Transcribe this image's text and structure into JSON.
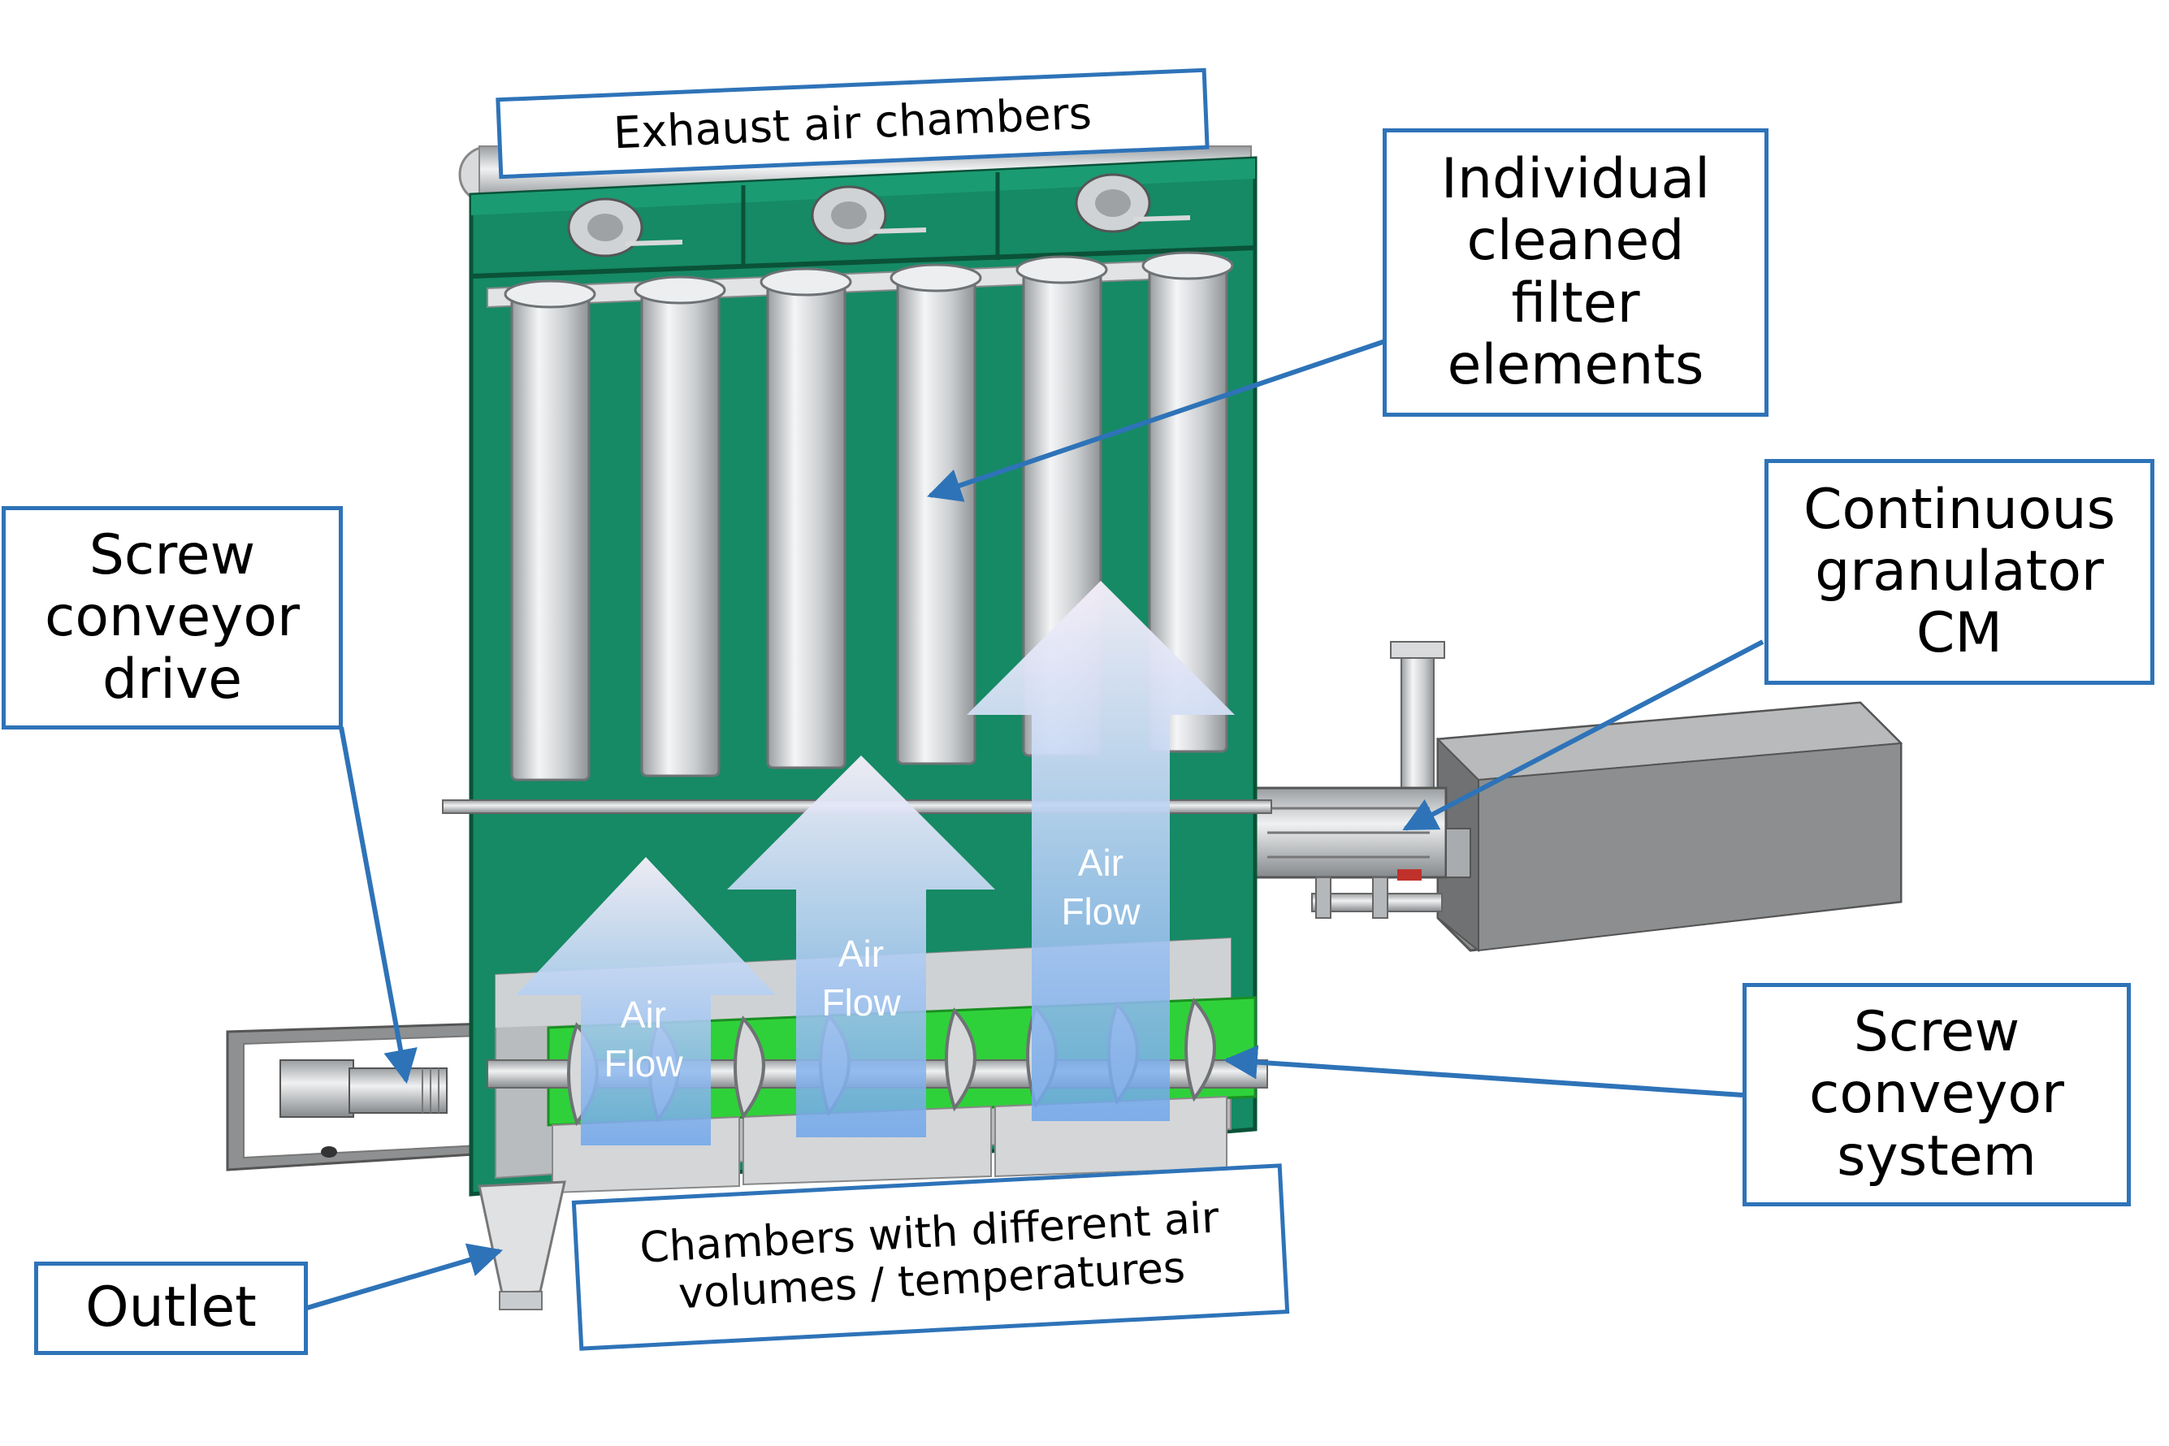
{
  "labels": {
    "exhaust": "Exhaust air chambers",
    "filter": [
      "Individual",
      "cleaned",
      "filter",
      "elements"
    ],
    "granulator": [
      "Continuous",
      "granulator",
      "CM"
    ],
    "screw_drive": [
      "Screw",
      "conveyor",
      "drive"
    ],
    "screw_system": [
      "Screw",
      "conveyor",
      "system"
    ],
    "outlet": "Outlet",
    "chambers": [
      "Chambers with different air",
      "volumes / temperatures"
    ]
  },
  "air_flow_arrows": [
    {
      "line1": "Air",
      "line2": "Flow"
    },
    {
      "line1": "Air",
      "line2": "Flow"
    },
    {
      "line1": "Air",
      "line2": "Flow"
    }
  ],
  "colors": {
    "housing": "#158a64",
    "housing_edge": "#0f6e4f",
    "label_border": "#2e73b8",
    "screw_trough": "#2fd13a",
    "metal": "#c8cccf",
    "granulator_box": "#8d8f90",
    "arrow_top": "#f2eef8",
    "arrow_bottom": "#7fb0ee"
  }
}
